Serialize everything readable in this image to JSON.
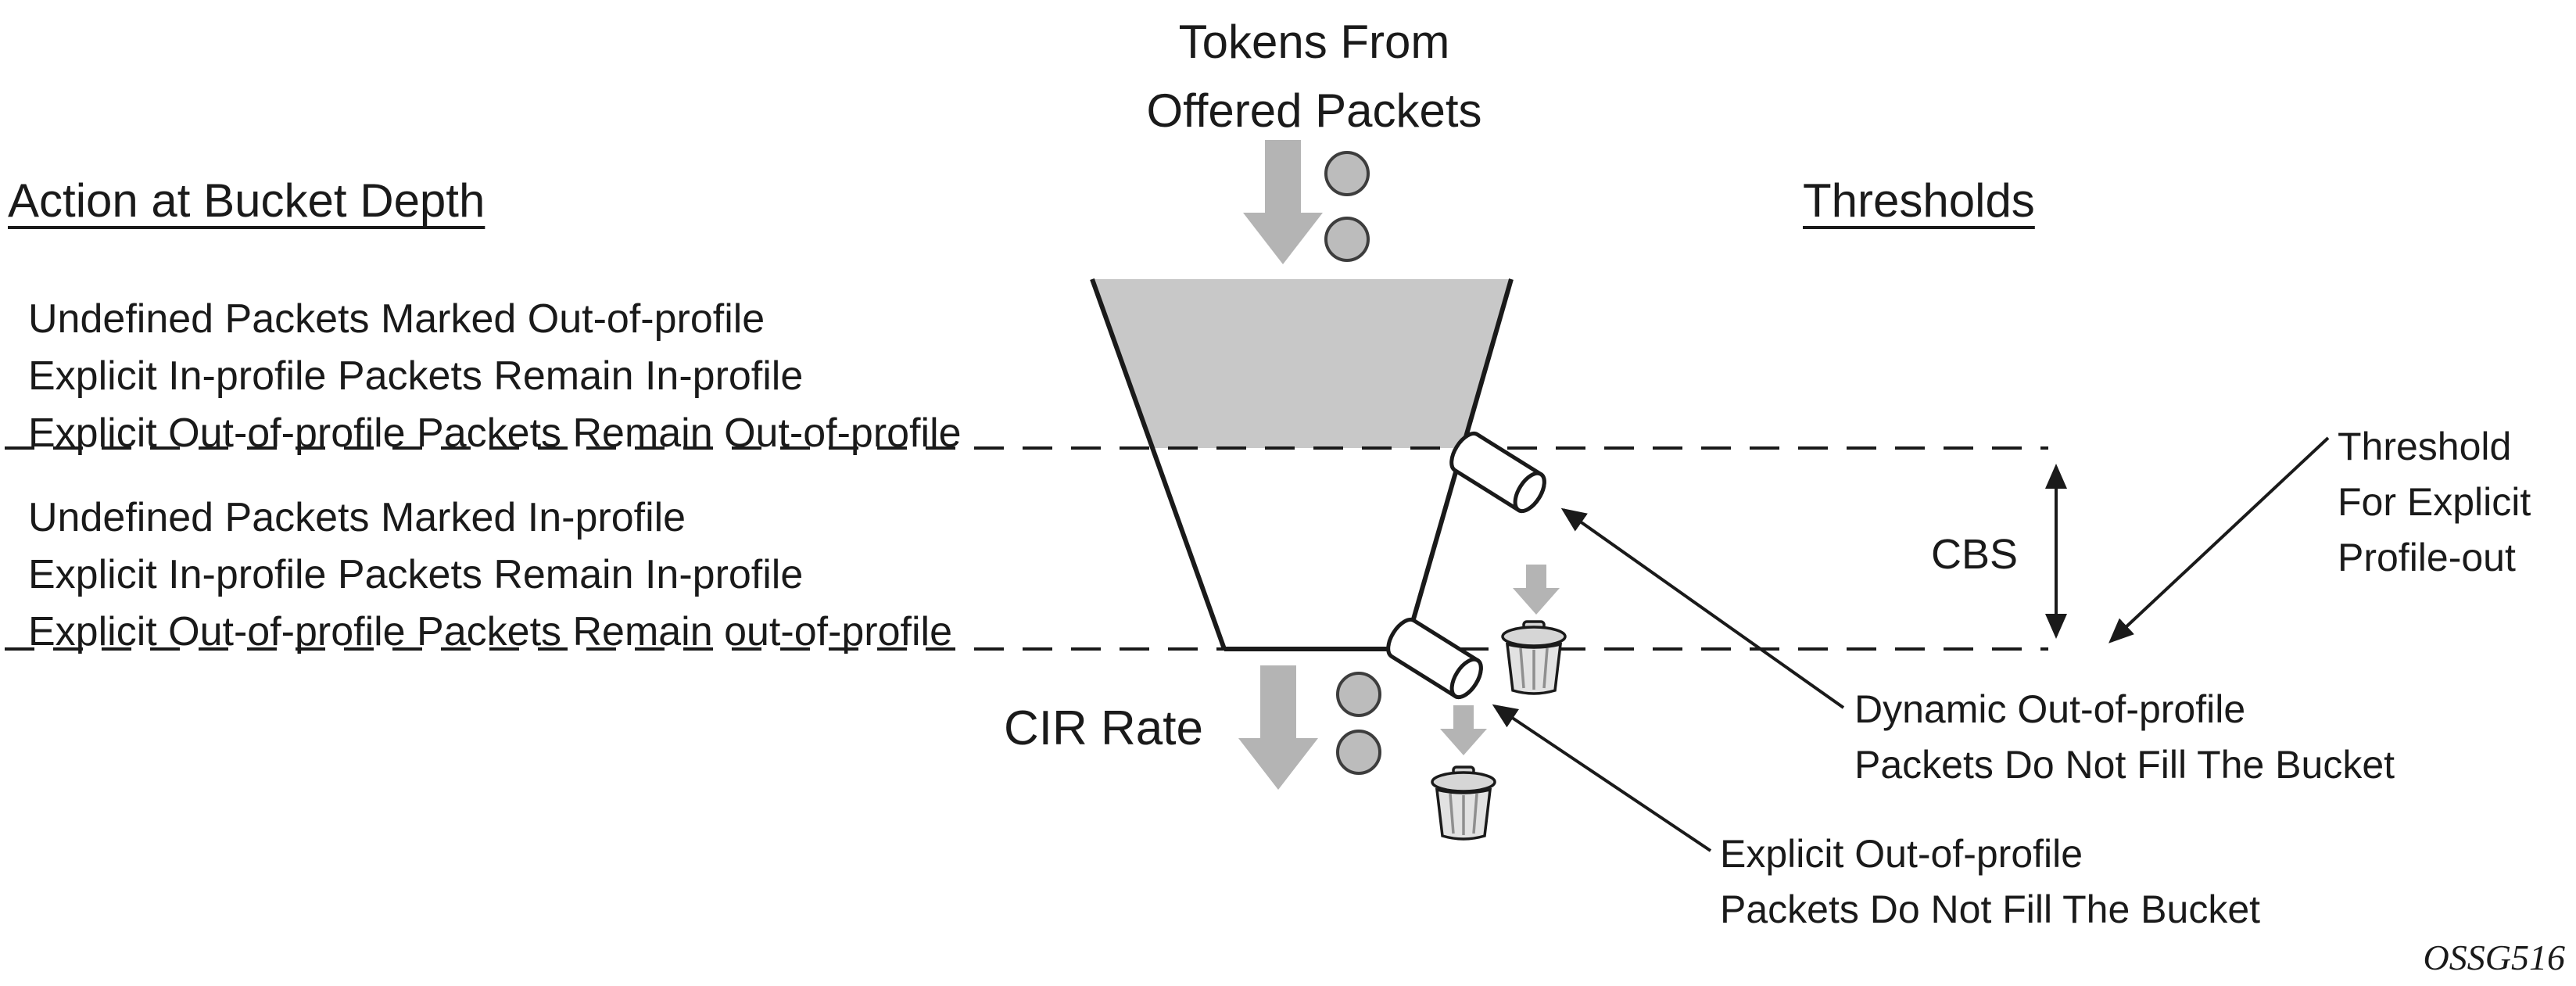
{
  "title": {
    "lines": [
      "Tokens From",
      "Offered Packets"
    ]
  },
  "headings": {
    "left": "Action at Bucket Depth",
    "right": "Thresholds"
  },
  "upper_actions": {
    "lines": [
      "Undefined Packets Marked Out-of-profile",
      "Explicit In-profile Packets Remain In-profile",
      "Explicit Out-of-profile Packets Remain Out-of-profile"
    ]
  },
  "lower_actions": {
    "lines": [
      "Undefined Packets Marked In-profile",
      "Explicit In-profile Packets Remain In-profile",
      "Explicit Out-of-profile Packets Remain out-of-profile"
    ]
  },
  "labels": {
    "cbs": "CBS",
    "cir_rate": "CIR Rate",
    "threshold_note": {
      "lines": [
        "Threshold",
        "For Explicit",
        "Profile-out"
      ]
    },
    "dynamic_note": {
      "lines": [
        "Dynamic Out-of-profile",
        "Packets Do Not Fill The Bucket"
      ]
    },
    "explicit_note": {
      "lines": [
        "Explicit Out-of-profile",
        "Packets Do Not Fill The Bucket"
      ]
    },
    "figure_id": "OSSG516"
  },
  "colors": {
    "line": "#1a1a1a",
    "bucket_fill": "#c8c8c8",
    "arrow_gray": "#b4b4b4",
    "token_fill": "#bcbcbc",
    "token_stroke": "#3d3d3d"
  }
}
